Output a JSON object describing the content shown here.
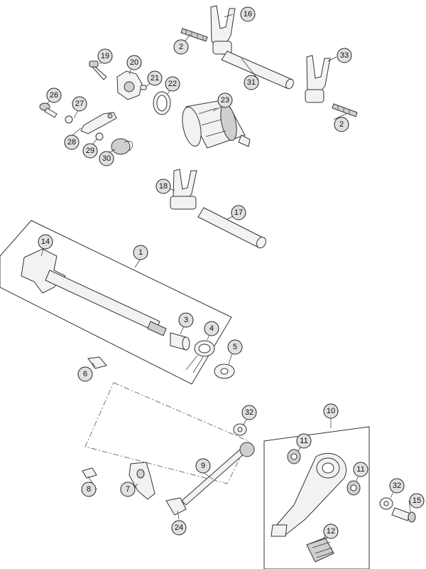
{
  "callouts": [
    {
      "label": "16",
      "part": "shift-fork"
    },
    {
      "label": "2",
      "part": "spring"
    },
    {
      "label": "33",
      "part": "shift-fork"
    },
    {
      "label": "2",
      "part": "spring"
    },
    {
      "label": "31",
      "part": "shift-rail"
    },
    {
      "label": "19",
      "part": "screw"
    },
    {
      "label": "20",
      "part": "shift-lever"
    },
    {
      "label": "21",
      "part": "pin"
    },
    {
      "label": "22",
      "part": "ring"
    },
    {
      "label": "23",
      "part": "shift-drum"
    },
    {
      "label": "26",
      "part": "screw"
    },
    {
      "label": "27",
      "part": "locking-lever"
    },
    {
      "label": "28",
      "part": "washer"
    },
    {
      "label": "29",
      "part": "washer"
    },
    {
      "label": "30",
      "part": "spring"
    },
    {
      "label": "18",
      "part": "shift-fork"
    },
    {
      "label": "17",
      "part": "shift-rail"
    },
    {
      "label": "14",
      "part": "shift-shaft-plate"
    },
    {
      "label": "1",
      "part": "shift-shaft"
    },
    {
      "label": "3",
      "part": "bushing"
    },
    {
      "label": "4",
      "part": "return-spring"
    },
    {
      "label": "5",
      "part": "washer"
    },
    {
      "label": "6",
      "part": "stop-bolt"
    },
    {
      "label": "32",
      "part": "washer"
    },
    {
      "label": "10",
      "part": "shift-lever-assembly"
    },
    {
      "label": "11",
      "part": "bearing"
    },
    {
      "label": "11",
      "part": "bearing"
    },
    {
      "label": "9",
      "part": "linkage-rod"
    },
    {
      "label": "8",
      "part": "screw"
    },
    {
      "label": "7",
      "part": "lever"
    },
    {
      "label": "32",
      "part": "washer"
    },
    {
      "label": "15",
      "part": "screw"
    },
    {
      "label": "24",
      "part": "ball-joint"
    },
    {
      "label": "12",
      "part": "footrest-rubber"
    }
  ]
}
